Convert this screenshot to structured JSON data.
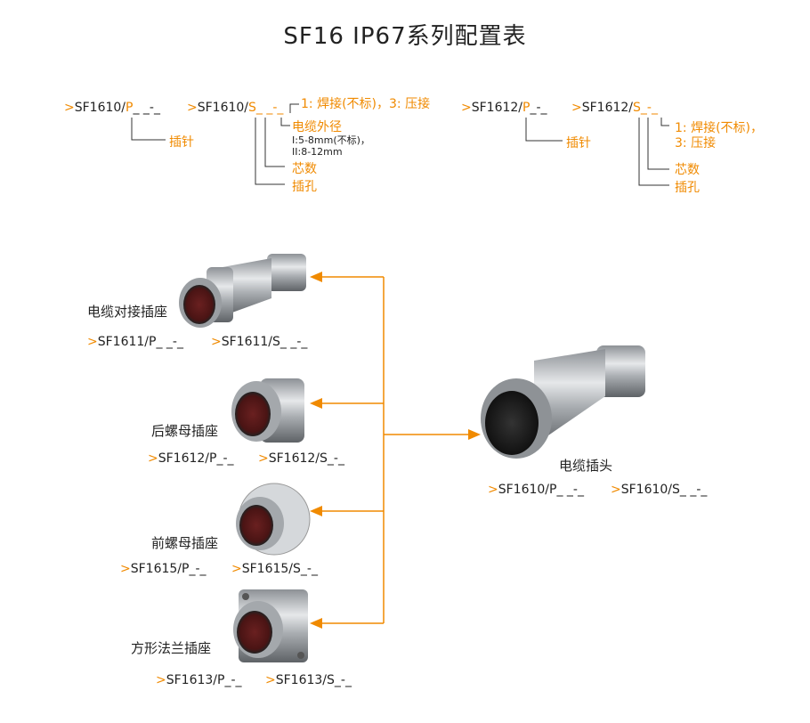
{
  "title": "SF16 IP67系列配置表",
  "colors": {
    "accent": "#f08a00",
    "text": "#222222"
  },
  "codes_top": {
    "sf1610_p": {
      "prefix": ">",
      "base": "SF1610/",
      "type": "P",
      "suffix": "_ _-_"
    },
    "sf1610_s": {
      "prefix": ">",
      "base": "SF1610/",
      "type": "S",
      "suffix": "_ _-_"
    },
    "sf1612_p": {
      "prefix": ">",
      "base": "SF1612/",
      "type": "P",
      "suffix": "_-_"
    },
    "sf1612_s": {
      "prefix": ">",
      "base": "SF1612/",
      "type": "S",
      "suffix": "_-_"
    }
  },
  "annotations": {
    "pin": "插针",
    "socket": "插孔",
    "cores": "芯数",
    "termination": "1: 焊接(不标)，3: 压接",
    "termination_line1": "1: 焊接(不标)，",
    "termination_line2": "3: 压接",
    "cable_dia": "电缆外径",
    "cable_dia_1": "I:5-8mm(不标)，",
    "cable_dia_2": "II:8-12mm"
  },
  "products": [
    {
      "name": "电缆对接插座",
      "code_p": "SF1611/P_ _-_",
      "code_s": "SF1611/S_ _-_"
    },
    {
      "name": "后螺母插座",
      "code_p": "SF1612/P_-_",
      "code_s": "SF1612/S_-_"
    },
    {
      "name": "前螺母插座",
      "code_p": "SF1615/P_-_",
      "code_s": "SF1615/S_-_"
    },
    {
      "name": "方形法兰插座",
      "code_p": "SF1613/P_-_",
      "code_s": "SF1613/S_-_"
    }
  ],
  "plug": {
    "name": "电缆插头",
    "code_p": "SF1610/P_ _-_",
    "code_s": "SF1610/S_ _-_"
  },
  "arrow_prefix": ">"
}
